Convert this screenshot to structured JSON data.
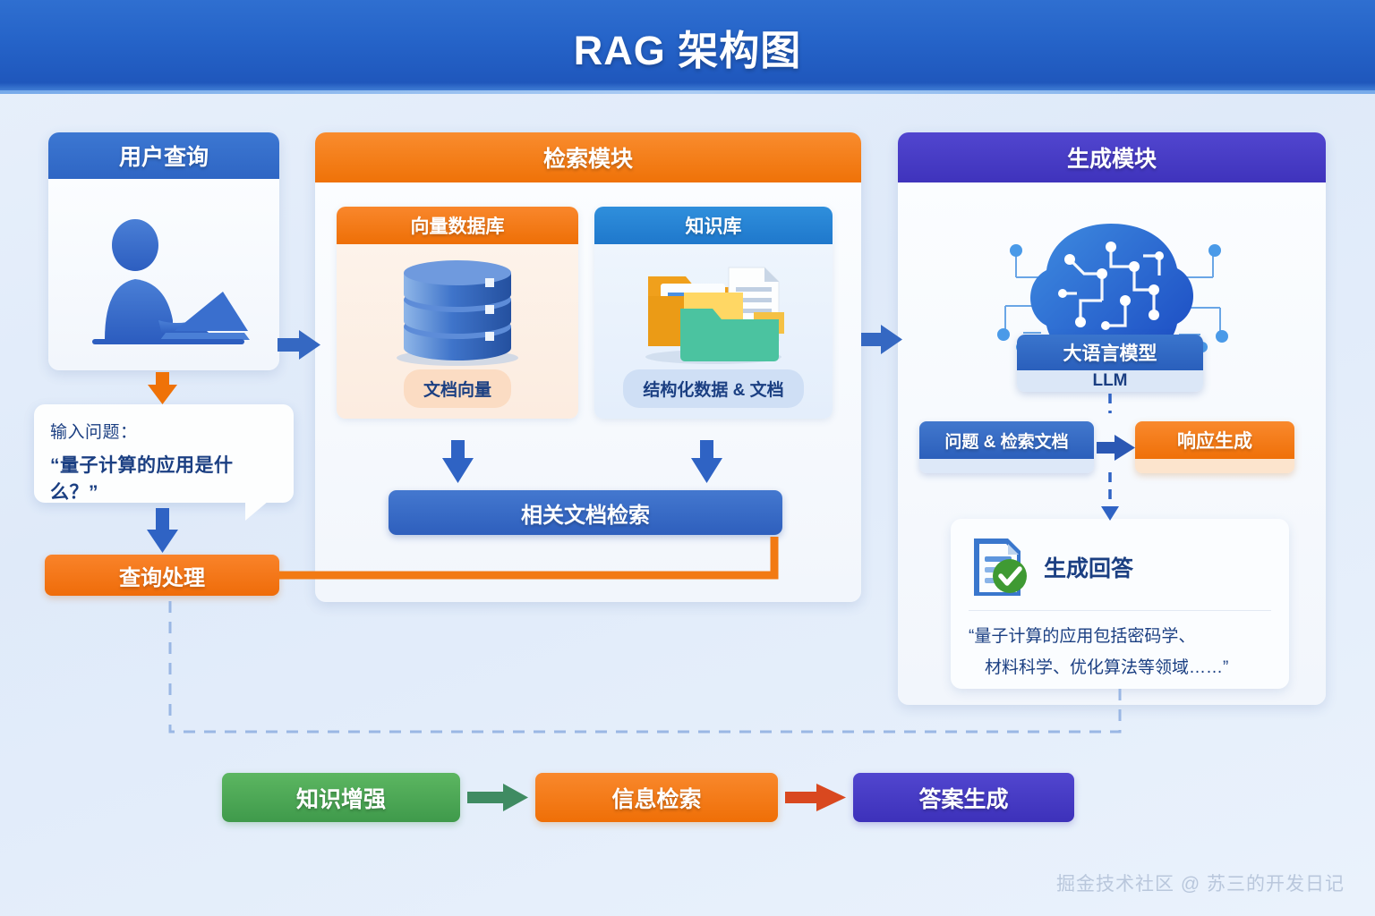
{
  "header": {
    "title": "RAG 架构图"
  },
  "left": {
    "panel_title": "用户查询",
    "person_icon": "person-at-laptop-icon",
    "bubble": {
      "label": "输入问题：",
      "question": "“量子计算的应用是什么？”"
    },
    "query_process": "查询处理"
  },
  "middle": {
    "panel_title": "检索模块",
    "vector_db": {
      "title": "向量数据库",
      "icon": "database-cylinder-icon",
      "chip": "文档向量"
    },
    "knowledge_base": {
      "title": "知识库",
      "icon": "folders-documents-icon",
      "chip": "结构化数据 & 文档"
    },
    "doc_retrieval": "相关文档检索"
  },
  "right": {
    "panel_title": "生成模块",
    "brain_icon": "ai-brain-circuit-icon",
    "llm": {
      "title": "大语言模型",
      "subtitle": "LLM"
    },
    "question_and_docs": "问题 & 检索文档",
    "response_gen": "响应生成",
    "answer": {
      "icon": "document-check-icon",
      "title": "生成回答",
      "line1": "“量子计算的应用包括密码学、",
      "line2": "材料科学、优化算法等领域……”"
    }
  },
  "bottom_flow": [
    {
      "label": "知识增强",
      "color": "#4f9f57"
    },
    {
      "label": "信息检索",
      "color": "#f27a13"
    },
    {
      "label": "答案生成",
      "color": "#473bc5"
    }
  ],
  "watermark": "掘金技术社区 @ 苏三的开发日记",
  "colors": {
    "banner_blue": "#2563c8",
    "orange": "#ef7208",
    "blue": "#2f66c4",
    "purple": "#3f33bc",
    "green": "#4f9f57",
    "text_navy": "#1b3f82"
  }
}
